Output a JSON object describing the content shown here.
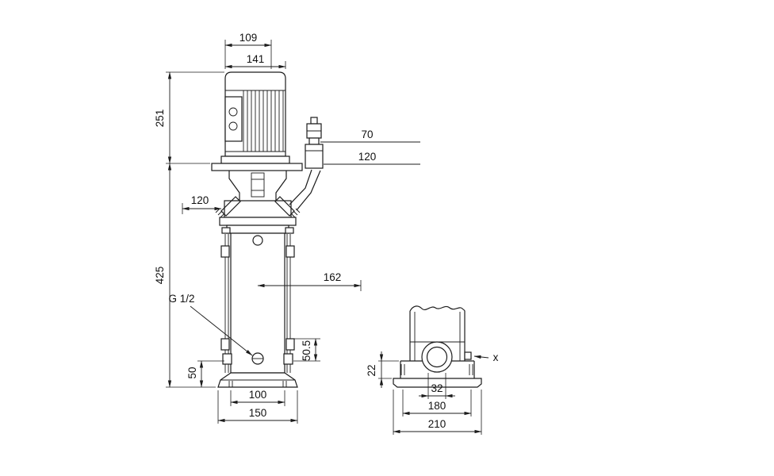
{
  "colors": {
    "line": "#1c1c1c",
    "background": "#ffffff"
  },
  "front_view": {
    "dim_motor_top_width": "109",
    "dim_motor_width": "141",
    "dim_motor_height": "251",
    "dim_vent_upper": "70",
    "dim_vent_lower": "120",
    "dim_port_offset": "120",
    "dim_pump_height": "425",
    "dim_depth": "162",
    "label_drain_thread": "G 1/2",
    "dim_port_to_bracket": "50.5",
    "dim_port_to_base": "50",
    "dim_bolt_spacing": "100",
    "dim_base_width": "150"
  },
  "side_view": {
    "dim_base_height": "22",
    "label_detail": "x",
    "dim_slot_width": "32",
    "dim_bolt_spacing": "180",
    "dim_base_depth": "210"
  }
}
